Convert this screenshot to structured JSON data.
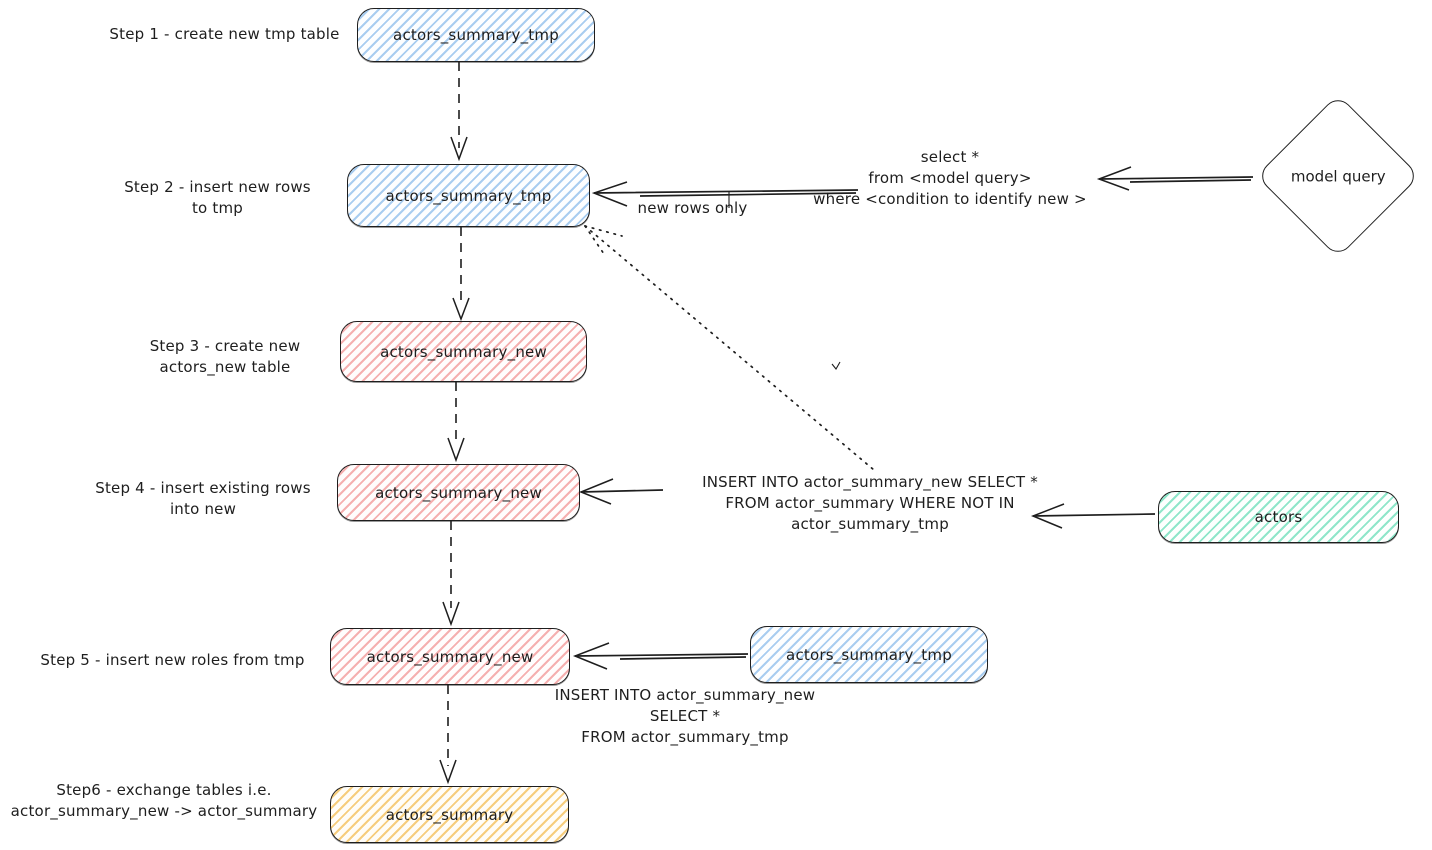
{
  "diagram": {
    "steps": [
      {
        "label": "Step 1 - create new tmp table",
        "box": "actors_summary_tmp",
        "color": "blue"
      },
      {
        "label": "Step 2 - insert new rows\nto tmp",
        "box": "actors_summary_tmp",
        "color": "blue"
      },
      {
        "label": "Step 3 - create new\nactors_new table",
        "box": "actors_summary_new",
        "color": "pink"
      },
      {
        "label": "Step 4 - insert existing rows\ninto new",
        "box": "actors_summary_new",
        "color": "pink"
      },
      {
        "label": "Step 5 - insert new roles from tmp",
        "box": "actors_summary_new",
        "color": "pink"
      },
      {
        "label": "Step6 - exchange tables i.e.\nactor_summary_new -> actor_summary",
        "box": "actors_summary",
        "color": "yellow"
      }
    ],
    "side_nodes": {
      "model_query": {
        "label": "model query",
        "shape": "diamond"
      },
      "actors": {
        "label": "actors",
        "color": "green"
      },
      "tmp_source": {
        "label": "actors_summary_tmp",
        "color": "blue"
      }
    },
    "annotations": {
      "select_query": "select *\nfrom <model query>\nwhere <condition to identify new >",
      "new_rows_only": "new rows only",
      "insert_existing": "INSERT INTO actor_summary_new SELECT *\nFROM actor_summary WHERE NOT IN\nactor_summary_tmp",
      "insert_new": "INSERT INTO actor_summary_new\nSELECT *\nFROM actor_summary_tmp"
    },
    "colors": {
      "stroke": "#1e1e1e",
      "blue": "#a9cdf0",
      "pink": "#f5b0b0",
      "green": "#8fe6ca",
      "yellow": "#f6cd7d",
      "background": "#ffffff"
    }
  }
}
